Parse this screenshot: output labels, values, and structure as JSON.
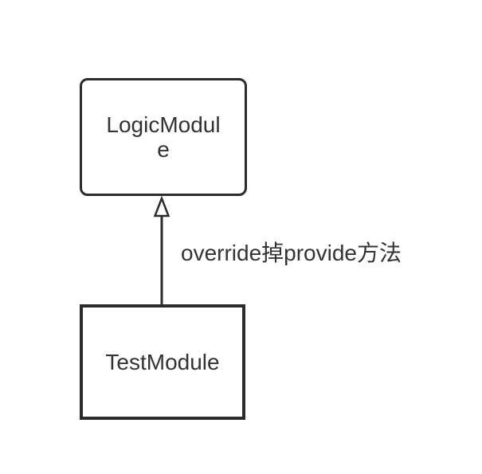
{
  "diagram": {
    "stroke_color": "#2b2b2b",
    "text_color": "#333333",
    "background_color": "#ffffff",
    "nodes": [
      {
        "id": "logic-module",
        "label": "LogicModule",
        "shape": "rounded-rectangle"
      },
      {
        "id": "test-module",
        "label": "TestModule",
        "shape": "rectangle"
      }
    ],
    "edge": {
      "from": "test-module",
      "to": "logic-module",
      "type": "inheritance",
      "arrowhead": "hollow-triangle",
      "label": "override掉provide方法"
    }
  }
}
